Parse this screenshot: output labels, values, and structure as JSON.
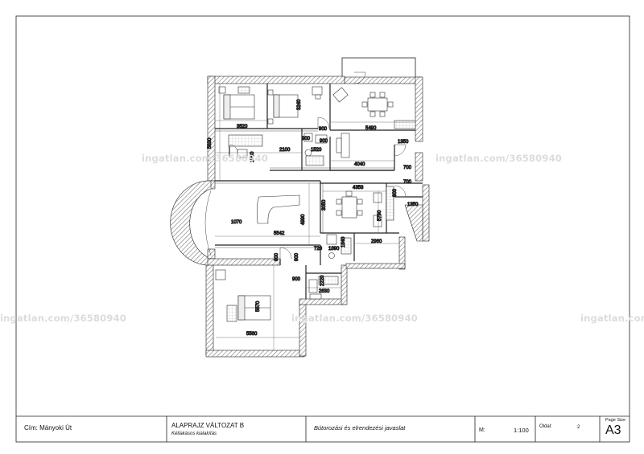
{
  "title_block": {
    "address": "Cím: Mányoki Út",
    "drawing_title": "ALAPRAJZ VÁLTOZAT B",
    "drawing_subtitle": "Kétlakásos kialakítás",
    "description": "Bútorozási és elrendezési javaslat",
    "scale_label": "M:",
    "scale_value": "1:100",
    "page_label": "Oldal:",
    "page_number": "2",
    "page_size_label": "Page Size",
    "page_size_value": "A3"
  },
  "watermark": "ingatlan.com/36580940",
  "dimensions": {
    "d3520": "3520",
    "d3240": "3240",
    "d900a": "900",
    "d5490": "5490",
    "d900b": "900",
    "d5830": "5830",
    "d2100": "2100",
    "d900c": "900",
    "d1520": "1520",
    "d1350a": "1350",
    "d1500": "1500",
    "d4040": "4040",
    "d700a": "700",
    "d4358": "4358",
    "d700b": "700",
    "d900d": "900",
    "d1350b": "1350",
    "d3050": "3050",
    "d5790": "5790",
    "d1070": "1070",
    "d4990": "4990",
    "d5542": "5542",
    "d1890": "1890",
    "d1840": "1840",
    "d2960": "2960",
    "d720": "720",
    "d900e": "900",
    "d2220": "2220",
    "d2630": "2630",
    "d5570": "5570",
    "d5560": "5560",
    "d900f": "900",
    "d900g": "900"
  }
}
